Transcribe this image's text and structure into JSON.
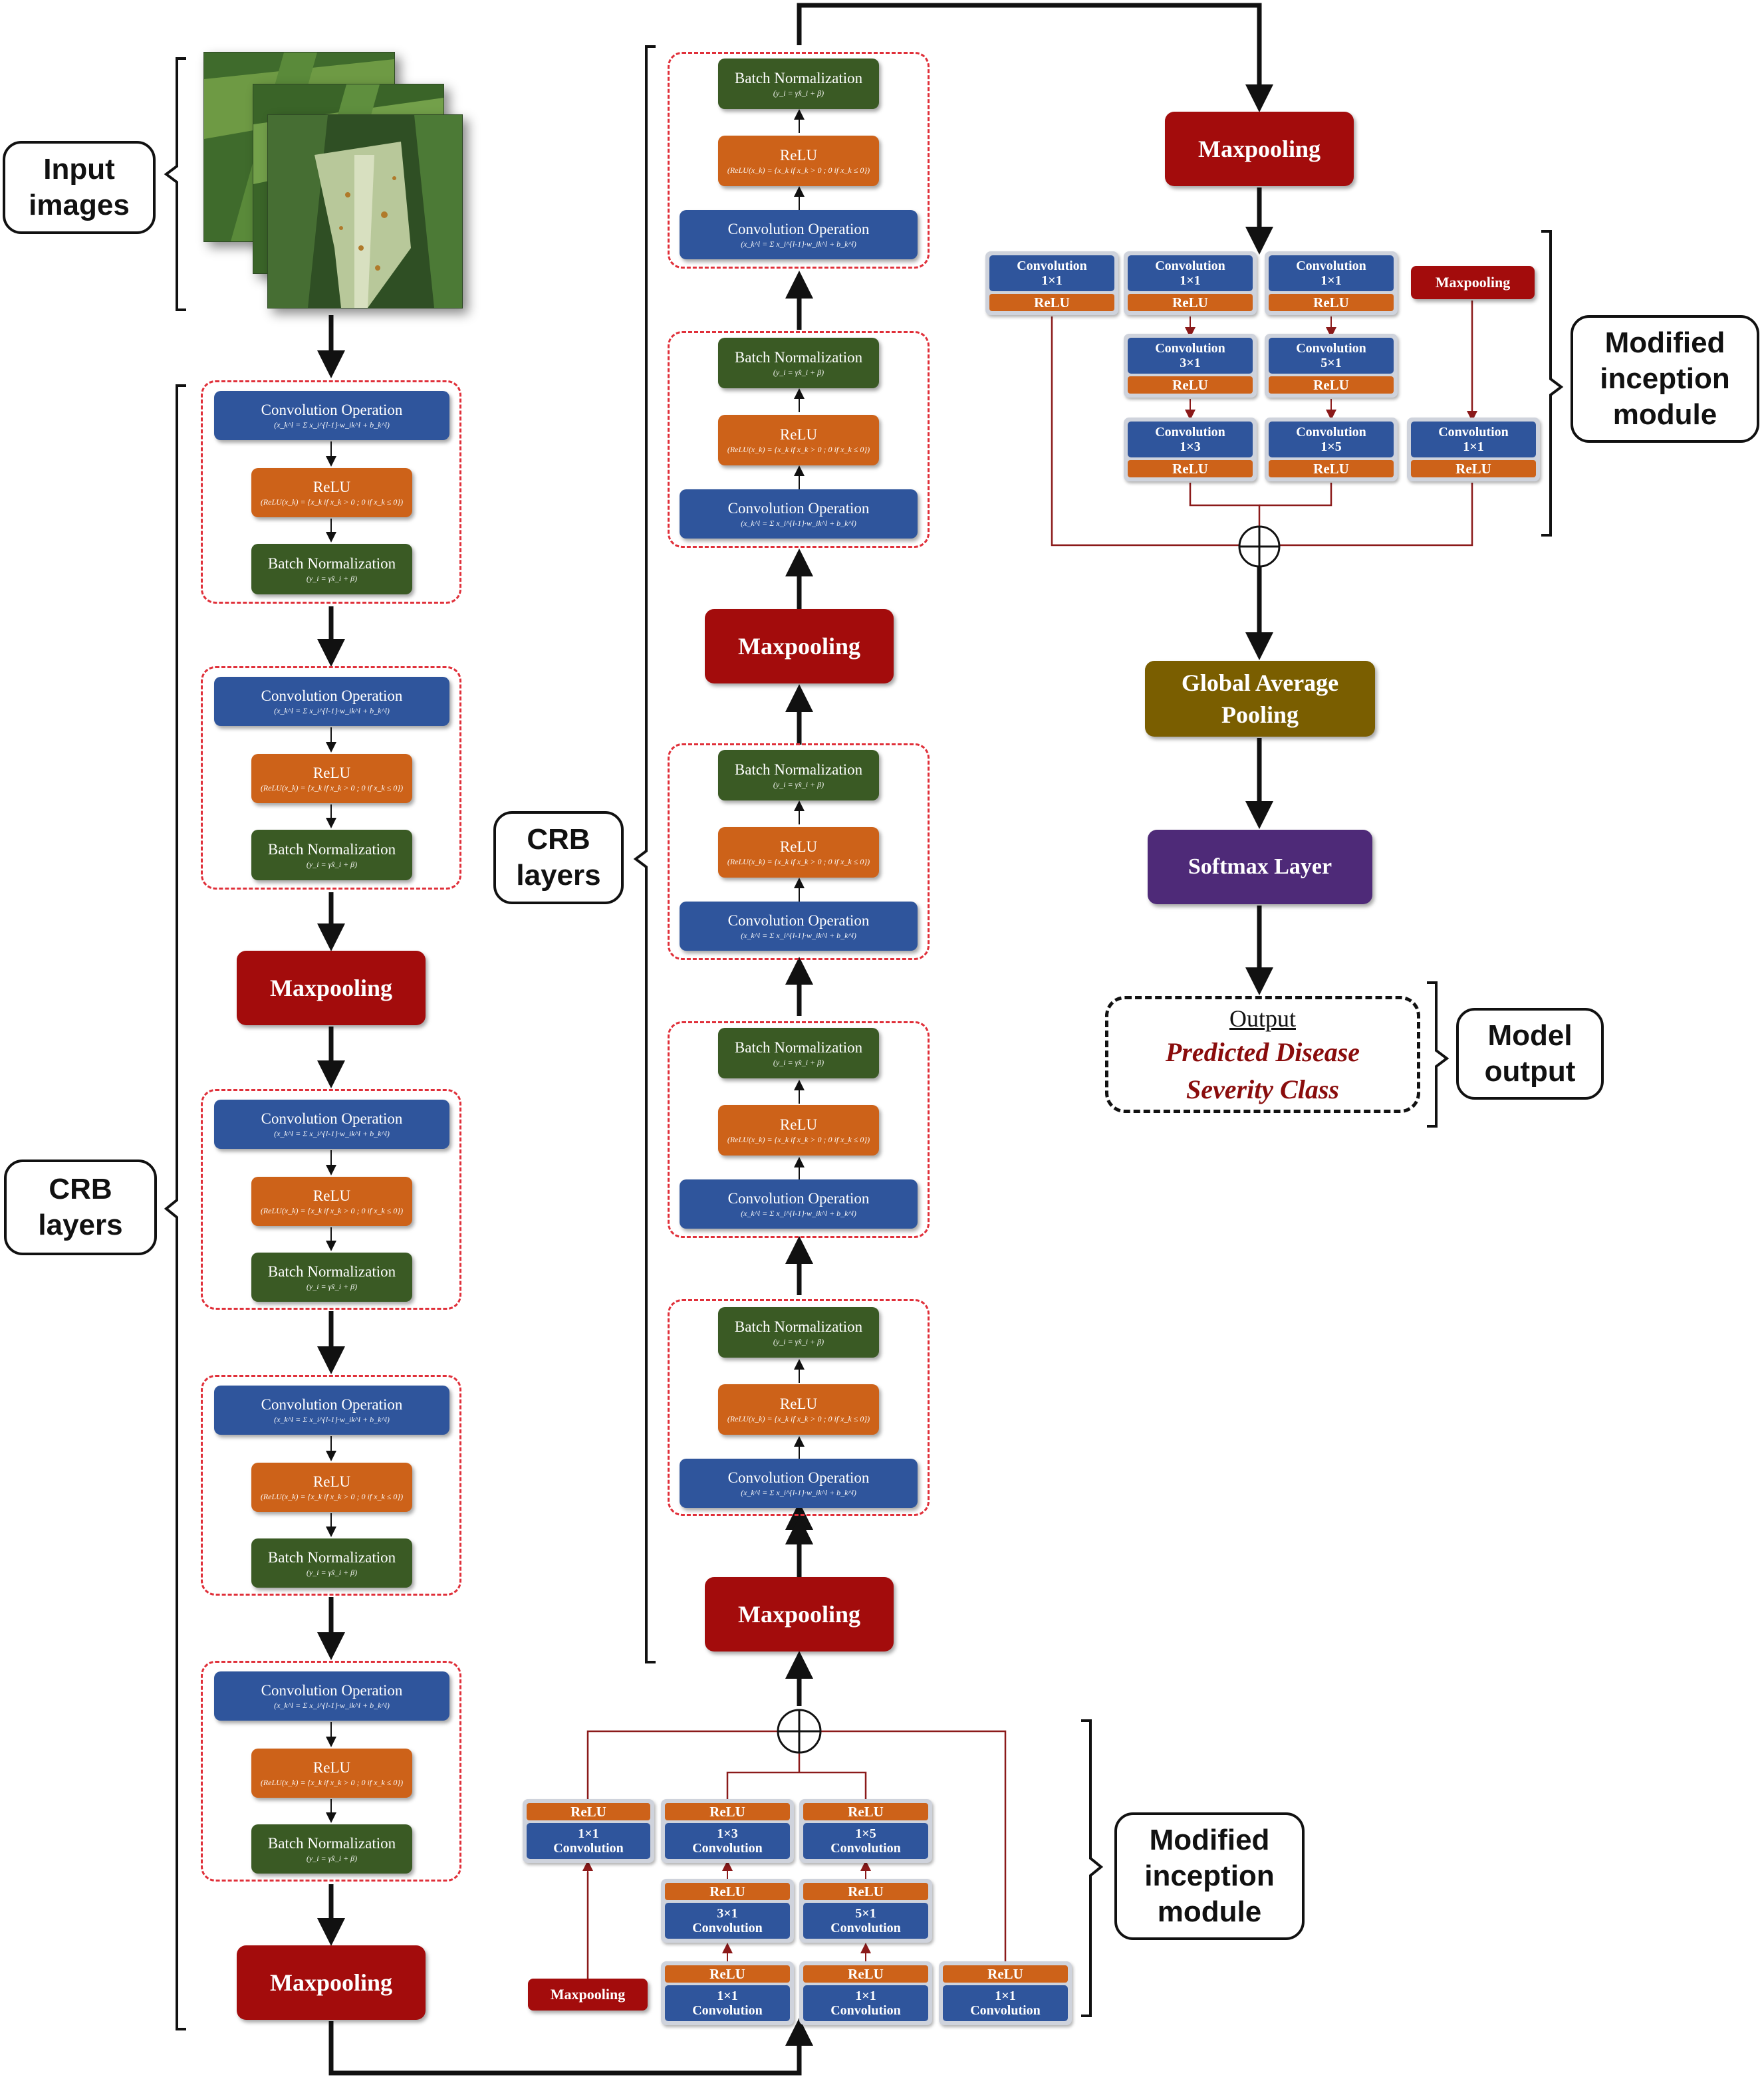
{
  "labels": {
    "input_images": [
      "Input",
      "images"
    ],
    "crb_left": [
      "CRB",
      "layers"
    ],
    "crb_mid": [
      "CRB",
      "layers"
    ],
    "inception_top": [
      "Modified",
      "inception",
      "module"
    ],
    "inception_bottom": [
      "Modified",
      "inception",
      "module"
    ],
    "model_output": [
      "Model",
      "output"
    ]
  },
  "blocks": {
    "conv_title": "Convolution Operation",
    "conv_formula": "(x_k^l = Σ x_i^{l-1}·w_ik^l + b_k^l)",
    "relu_title": "ReLU",
    "relu_formula": "(ReLU(x_k) = {x_k if x_k > 0 ; 0 if x_k ≤ 0})",
    "bn_title": "Batch Normalization",
    "bn_formula": "(y_i = γx̂_i + β)",
    "maxpooling": "Maxpooling",
    "global_avg_pooling": [
      "Global Average",
      "Pooling"
    ],
    "softmax": "Softmax Layer"
  },
  "inception": {
    "relu": "ReLU",
    "maxpooling": "Maxpooling",
    "conv_word": "Convolution",
    "k1x1": "1×1",
    "k3x1": "3×1",
    "k5x1": "5×1",
    "k1x3": "1×3",
    "k1x5": "1×5"
  },
  "output": {
    "heading": "Output",
    "line1": "Predicted Disease",
    "line2": "Severity Class"
  },
  "colors": {
    "conv": "#2f559c",
    "relu": "#cd6219",
    "batch_norm": "#3a5a24",
    "maxpooling": "#a30c0c",
    "global_avg_pooling": "#7a5e00",
    "softmax": "#4e2a78",
    "crb_border": "#e0303a",
    "inception_lines": "#8b1a1a"
  }
}
